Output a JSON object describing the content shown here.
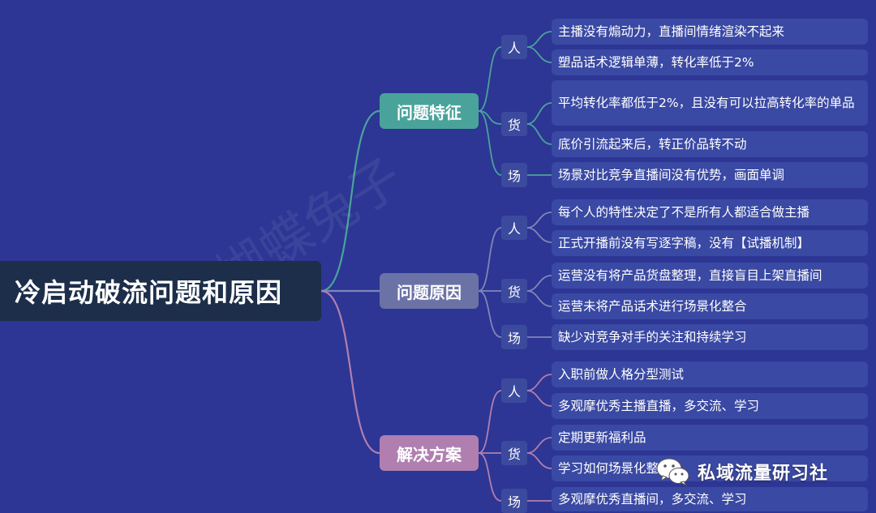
{
  "root": "冷启动破流问题和原因",
  "watermark": "蝴蝶兔子",
  "brand": "私域流量研习社",
  "colors": {
    "background": "#2d3694",
    "branch_features": "#4aa39b",
    "branch_causes": "#6b73a6",
    "branch_solutions": "#b07fb0"
  },
  "branches": [
    {
      "label": "问题特征",
      "subs": [
        {
          "label": "人",
          "leaves": [
            "主播没有煽动力，直播间情绪渲染不起来",
            "塑品话术逻辑单薄，转化率低于2%"
          ]
        },
        {
          "label": "货",
          "leaves": [
            "平均转化率都低于2%，且没有可以拉高转化率的单品",
            "底价引流起来后，转正价品转不动"
          ]
        },
        {
          "label": "场",
          "leaves": [
            "场景对比竞争直播间没有优势，画面单调"
          ]
        }
      ]
    },
    {
      "label": "问题原因",
      "subs": [
        {
          "label": "人",
          "leaves": [
            "每个人的特性决定了不是所有人都适合做主播",
            "正式开播前没有写逐字稿，没有【试播机制】"
          ]
        },
        {
          "label": "货",
          "leaves": [
            "运营没有将产品货盘整理，直接盲目上架直播间",
            "运营未将产品话术进行场景化整合"
          ]
        },
        {
          "label": "场",
          "leaves": [
            "缺少对竞争对手的关注和持续学习"
          ]
        }
      ]
    },
    {
      "label": "解决方案",
      "subs": [
        {
          "label": "人",
          "leaves": [
            "入职前做人格分型测试",
            "多观摩优秀主播直播，多交流、学习"
          ]
        },
        {
          "label": "货",
          "leaves": [
            "定期更新福利品",
            "学习如何场景化整合"
          ]
        },
        {
          "label": "场",
          "leaves": [
            "多观摩优秀直播间，多交流、学习"
          ]
        }
      ]
    }
  ]
}
